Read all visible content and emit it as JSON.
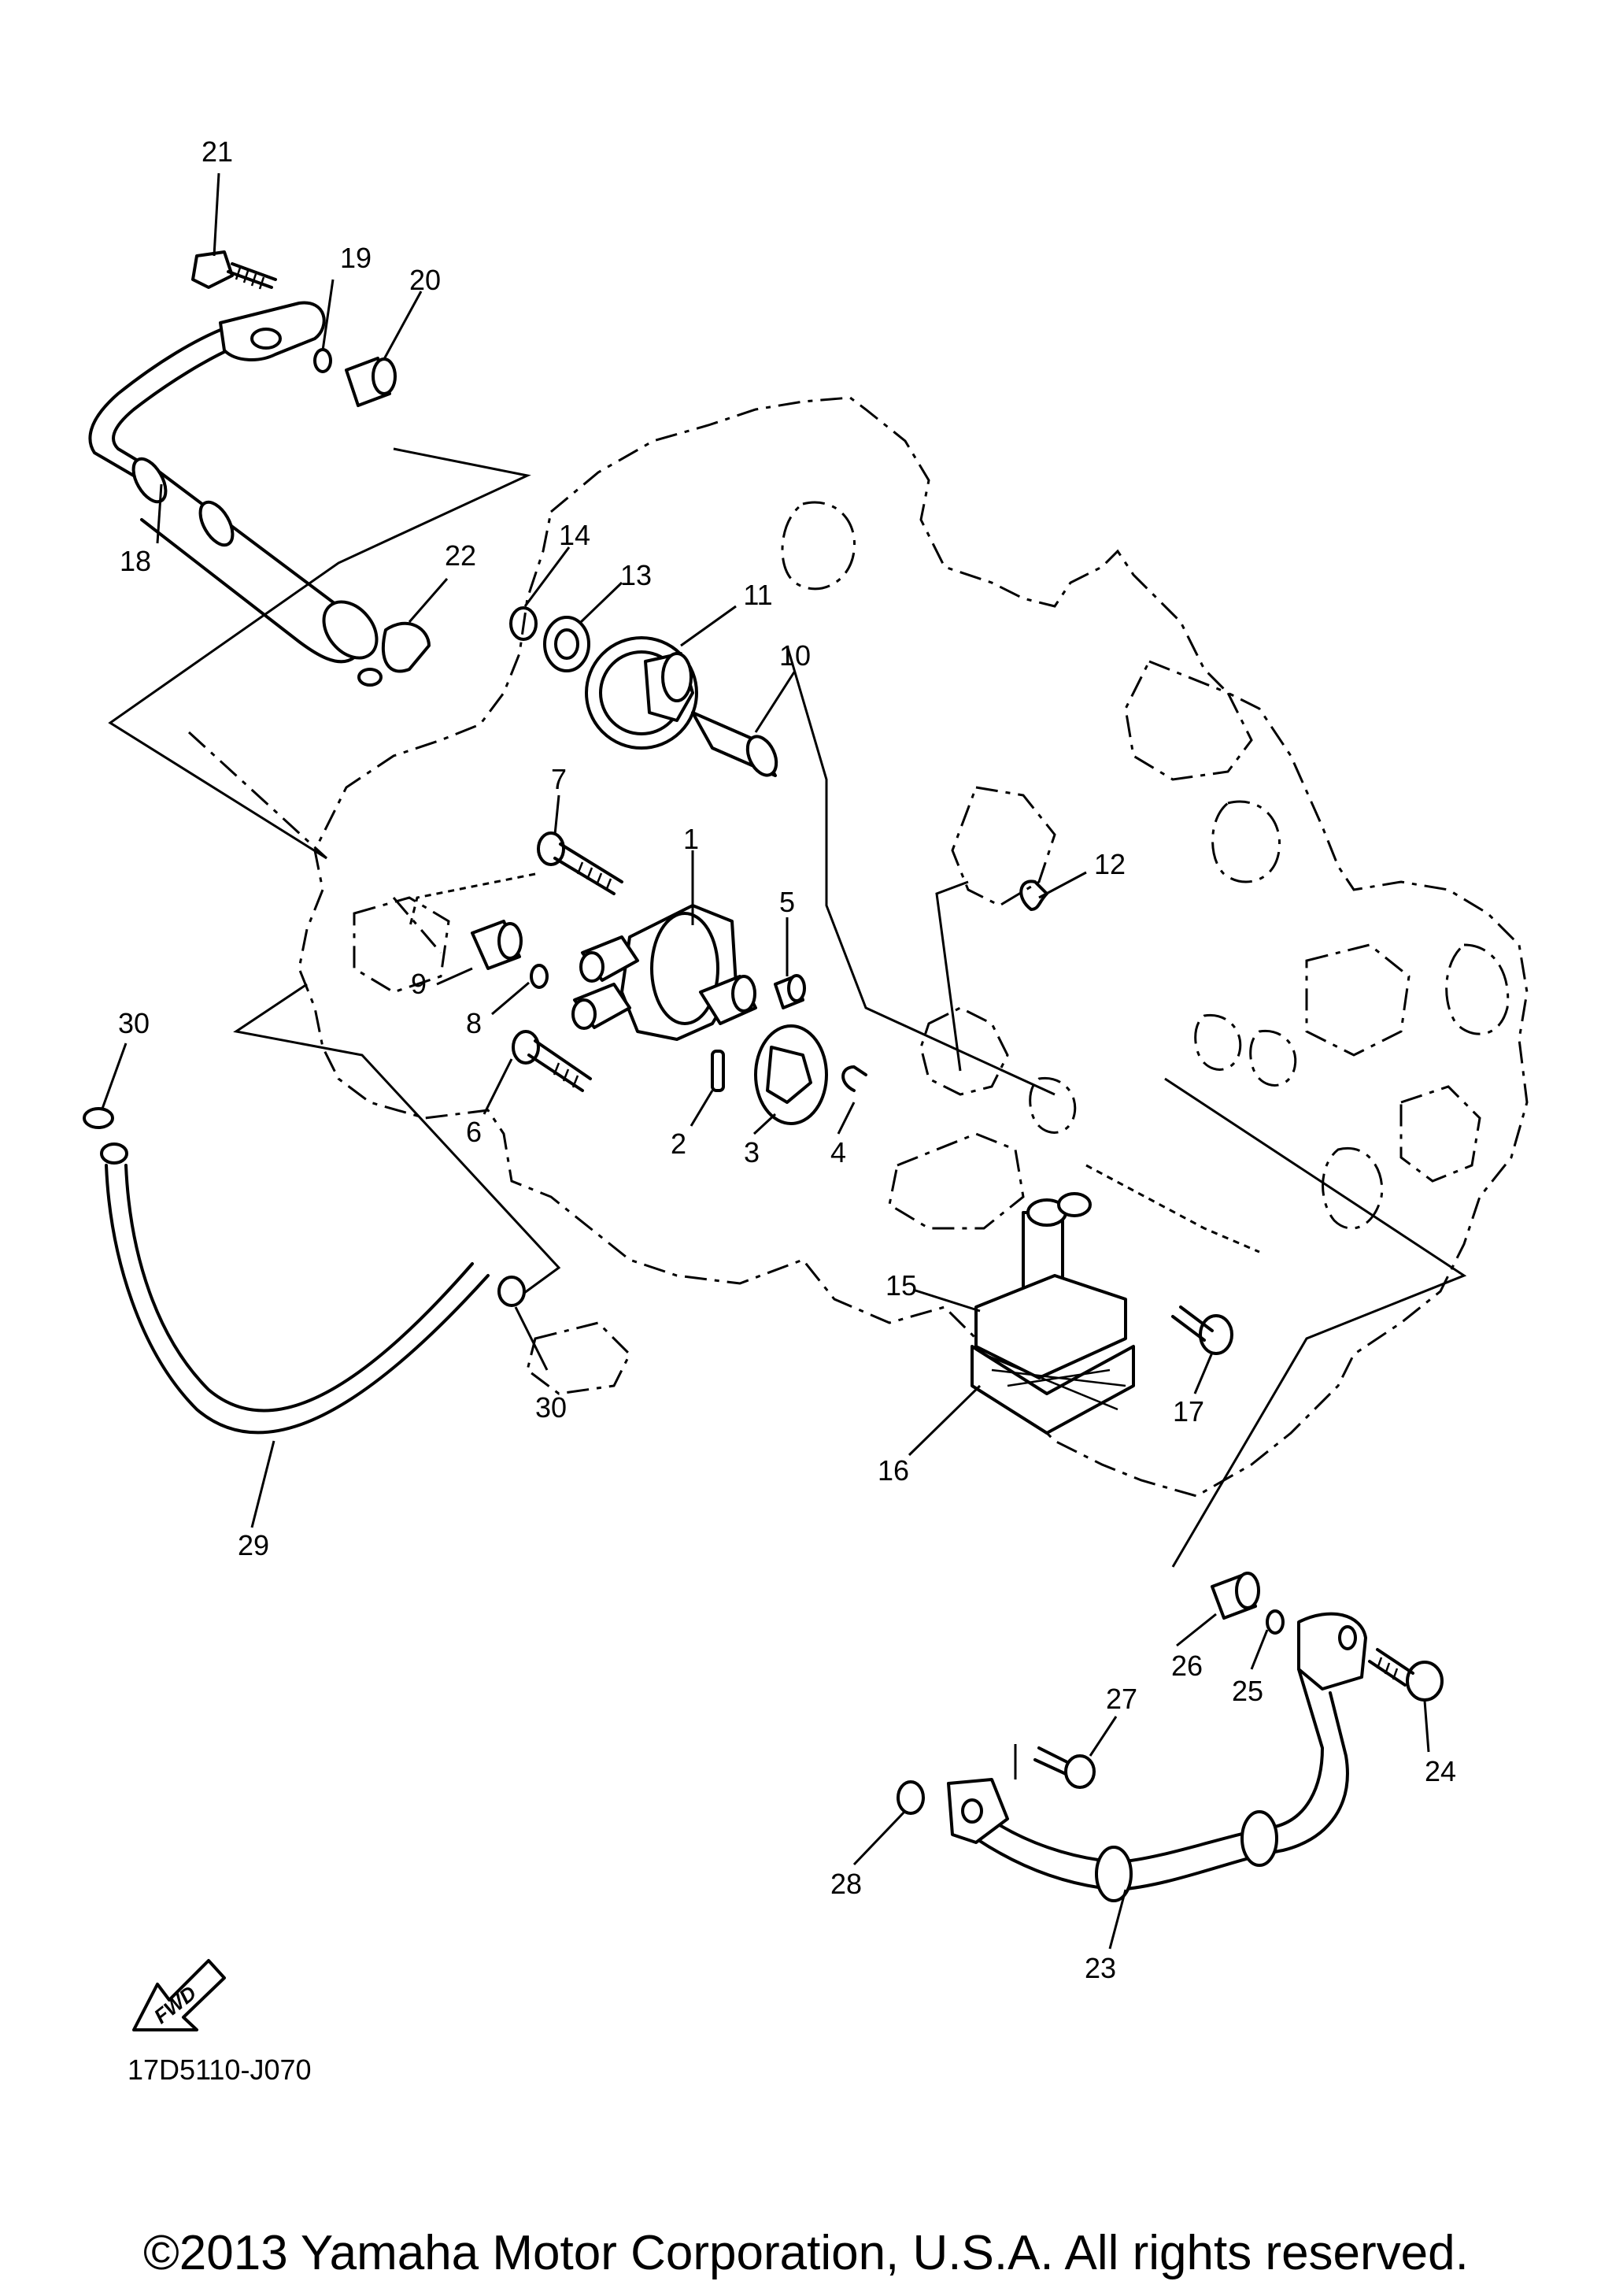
{
  "diagram": {
    "part_code": "17D5110-J070",
    "copyright": "©2013 Yamaha Motor Corporation, U.S.A. All rights reserved.",
    "fwd_arrow_label": "FWD",
    "callouts": {
      "c1": "1",
      "c2": "2",
      "c3": "3",
      "c4": "4",
      "c5": "5",
      "c6": "6",
      "c7": "7",
      "c8": "8",
      "c9": "9",
      "c10": "10",
      "c11": "11",
      "c12": "12",
      "c13": "13",
      "c14": "14",
      "c15": "15",
      "c16": "16",
      "c17": "17",
      "c18": "18",
      "c19": "19",
      "c20": "20",
      "c21": "21",
      "c22": "22",
      "c23": "23",
      "c24": "24",
      "c25": "25",
      "c26": "26",
      "c27": "27",
      "c28": "28",
      "c29": "29",
      "c30a": "30",
      "c30b": "30"
    }
  }
}
